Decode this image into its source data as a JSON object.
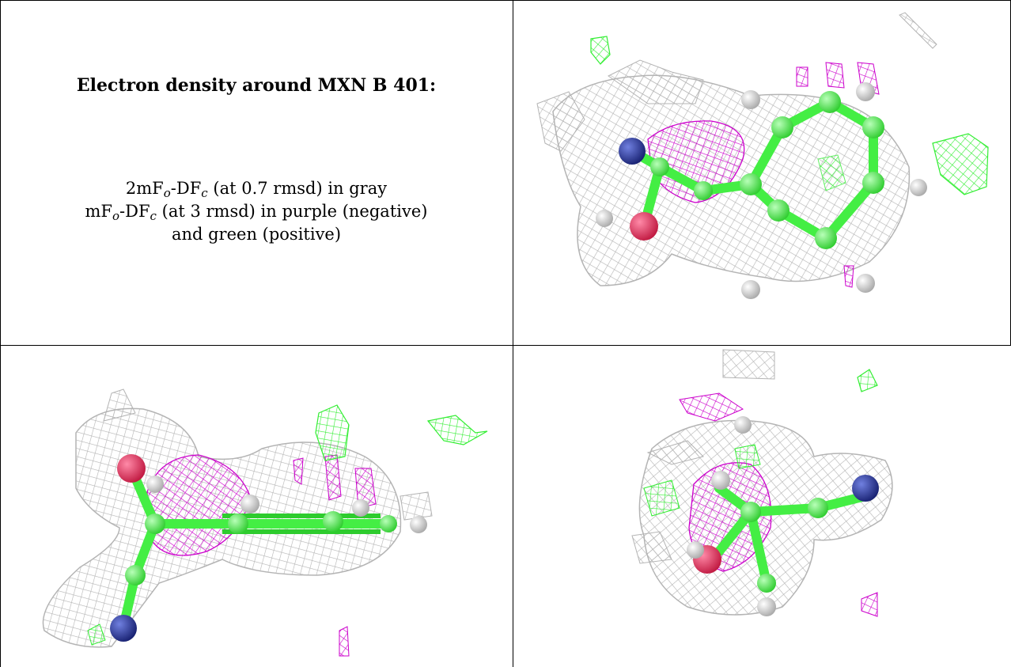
{
  "caption": {
    "title": "Electron density around MXN B 401:",
    "line1": {
      "pre": "2mF",
      "sub1": "o",
      "mid": "-DF",
      "sub2": "c",
      "post": " (at 0.7 rmsd) in gray"
    },
    "line2": {
      "pre": "mF",
      "sub1": "o",
      "mid": "-DF",
      "sub2": "c",
      "post": " (at 3 rmsd) in purple (negative)"
    },
    "line3": "and green (positive)"
  },
  "colors": {
    "mesh_2fofc": "#b4b4b4",
    "mesh_negative": "#cc00cc",
    "mesh_positive": "#33ee33",
    "carbon": "#44ee44",
    "nitrogen": "#22319a",
    "oxygen": "#e0305a",
    "hydrogen": "#e6e6e6"
  },
  "panels": [
    {
      "name": "view-top-right"
    },
    {
      "name": "view-bottom-left"
    },
    {
      "name": "view-bottom-right"
    }
  ]
}
